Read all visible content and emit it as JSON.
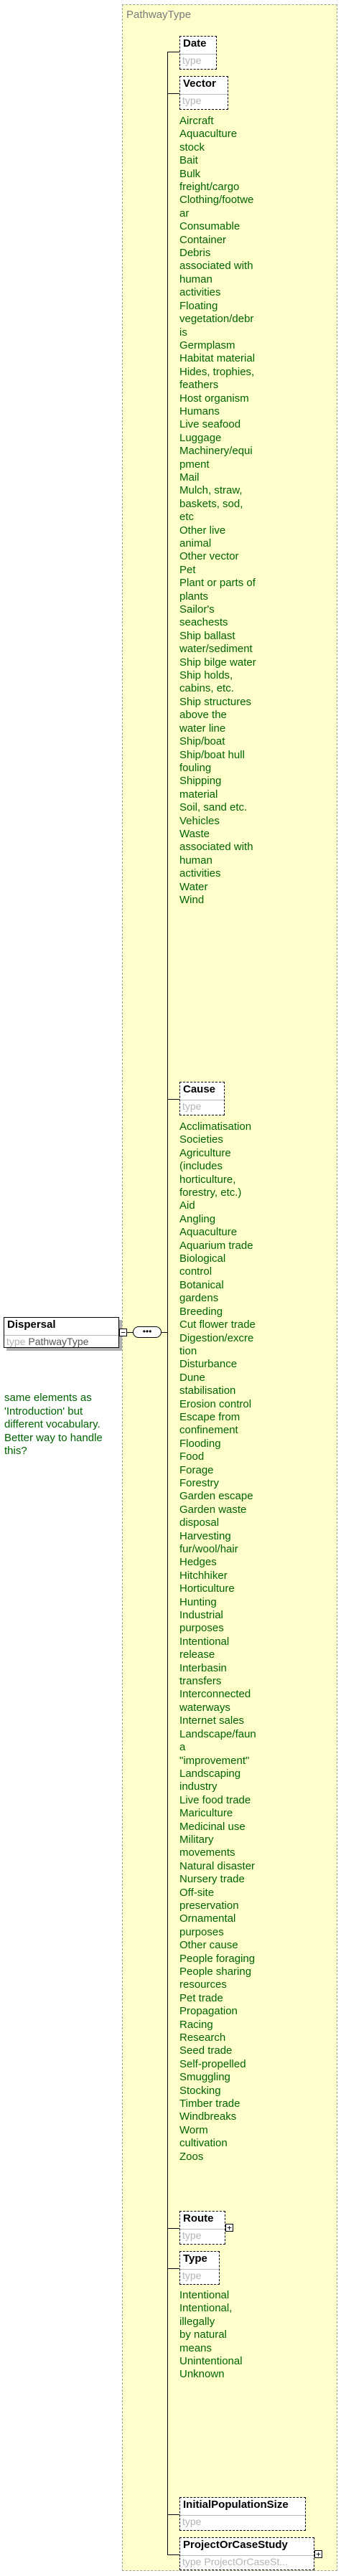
{
  "complex_type_title": "PathwayType",
  "root": {
    "name": "Dispersal",
    "type_prefix": "type",
    "type_value": "PathwayType",
    "note": "same elements as 'Introduction' but different vocabulary. Better way to handle this?"
  },
  "elements": {
    "date": {
      "name": "Date",
      "type_prefix": "type"
    },
    "vector": {
      "name": "Vector",
      "type_prefix": "type"
    },
    "cause": {
      "name": "Cause",
      "type_prefix": "type"
    },
    "route": {
      "name": "Route",
      "type_prefix": "type"
    },
    "type": {
      "name": "Type",
      "type_prefix": "type"
    },
    "initial_population_size": {
      "name": "InitialPopulationSize",
      "type_prefix": "type"
    },
    "project_or_case_study": {
      "name": "ProjectOrCaseStudy",
      "type_prefix": "type",
      "type_value": "ProjectOrCaseSt..."
    }
  },
  "vector_values": [
    "Aircraft",
    "Aquaculture",
    "stock",
    "Bait",
    "Bulk",
    "freight/cargo",
    "Clothing/footwe",
    "ar",
    "Consumable",
    "Container",
    "Debris",
    "associated with",
    "human",
    "activities",
    "Floating",
    "vegetation/debr",
    "is",
    "Germplasm",
    "Habitat material",
    "Hides, trophies,",
    "feathers",
    "Host organism",
    "Humans",
    "Live seafood",
    "Luggage",
    "Machinery/equi",
    "pment",
    "Mail",
    "Mulch, straw,",
    "baskets, sod,",
    "etc",
    "Other live",
    "animal",
    "Other vector",
    "Pet",
    "Plant or parts of",
    "plants",
    "Sailor's",
    "seachests",
    "Ship ballast",
    "water/sediment",
    "Ship bilge water",
    "Ship holds,",
    "cabins, etc.",
    "Ship structures",
    "above the",
    "water line",
    "Ship/boat",
    "Ship/boat hull",
    "fouling",
    "Shipping",
    "material",
    "Soil, sand etc.",
    "Vehicles",
    "Waste",
    "associated with",
    "human",
    "activities",
    "Water",
    "Wind"
  ],
  "cause_values": [
    "Acclimatisation",
    "Societies",
    "Agriculture",
    "(includes",
    "horticulture,",
    "forestry, etc.)",
    "Aid",
    "Angling",
    "Aquaculture",
    "Aquarium trade",
    "Biological",
    "control",
    "Botanical",
    "gardens",
    "Breeding",
    "Cut flower trade",
    "Digestion/excre",
    "tion",
    "Disturbance",
    "Dune",
    "stabilisation",
    "Erosion control",
    "Escape from",
    "confinement",
    "Flooding",
    "Food",
    "Forage",
    "Forestry",
    "Garden escape",
    "Garden waste",
    "disposal",
    "Harvesting",
    "fur/wool/hair",
    "Hedges",
    "Hitchhiker",
    "Horticulture",
    "Hunting",
    "Industrial",
    "purposes",
    "Intentional",
    "release",
    "Interbasin",
    "transfers",
    "Interconnected",
    "waterways",
    "Internet sales",
    "Landscape/faun",
    "a",
    "\"improvement\"",
    "Landscaping",
    "industry",
    "Live food trade",
    "Mariculture",
    "Medicinal use",
    "Military",
    "movements",
    "Natural disaster",
    "Nursery trade",
    "Off-site",
    "preservation",
    "Ornamental",
    "purposes",
    "Other cause",
    "People foraging",
    "People sharing",
    "resources",
    "Pet trade",
    "Propagation",
    "Racing",
    "Research",
    "Seed trade",
    "Self-propelled",
    "Smuggling",
    "Stocking",
    "Timber trade",
    "Windbreaks",
    "Worm",
    "cultivation",
    "Zoos"
  ],
  "type_values": [
    "Intentional",
    "Intentional,",
    "illegally",
    "by natural",
    "means",
    "Unintentional",
    "Unknown"
  ]
}
